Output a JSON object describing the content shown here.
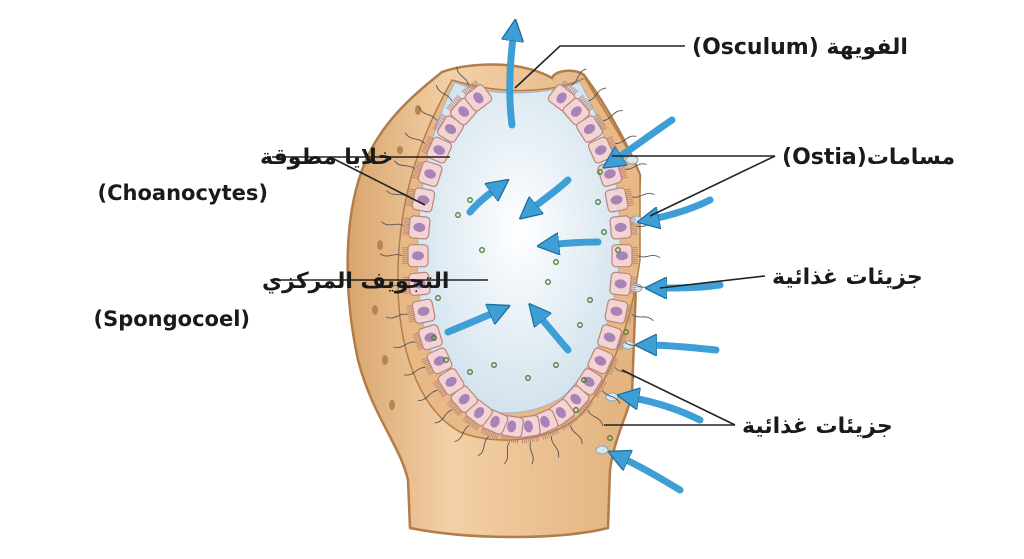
{
  "labels": {
    "osculum": "الفويهة (Osculum)",
    "ostia": "مسامات(Ostia)",
    "food_particles_1": "جزيئات غذائية",
    "food_particles_2": "جزيئات غذائية",
    "choanocytes_ar": "خلايا مطوقة",
    "choanocytes_en": "(Choanocytes)",
    "spongocoel_ar": "التجويف المركزي",
    "spongocoel_en": "(Spongocoel)"
  },
  "colors": {
    "body_wall": "#efc89c",
    "body_wall_dark": "#cf9a63",
    "cavity": "#e6eef4",
    "cell_fill": "#f3d3d3",
    "cell_stroke": "#b9867a",
    "nucleus": "#a883b8",
    "arrow": "#3e9fd6",
    "particle": "#4e7d3c"
  }
}
